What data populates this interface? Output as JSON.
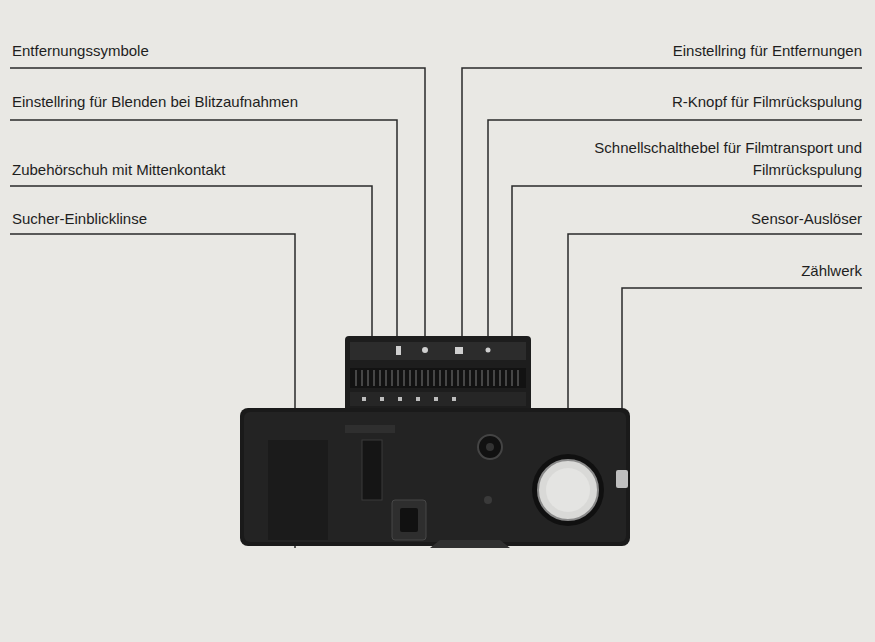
{
  "diagram": {
    "labels": [
      "Entfernungssymbole",
      "Einstellring für Entfernungen",
      "Einstellring für Blenden bei Blitzaufnahmen",
      "R-Knopf für Filmrückspulung",
      "Zubehörschuh mit Mittenkontakt",
      "Schnellschalthebel für Filmtransport und Filmrückspulung",
      "Sucher-Einblicklinse",
      "Sensor-Auslöser",
      "Zählwerk"
    ]
  }
}
